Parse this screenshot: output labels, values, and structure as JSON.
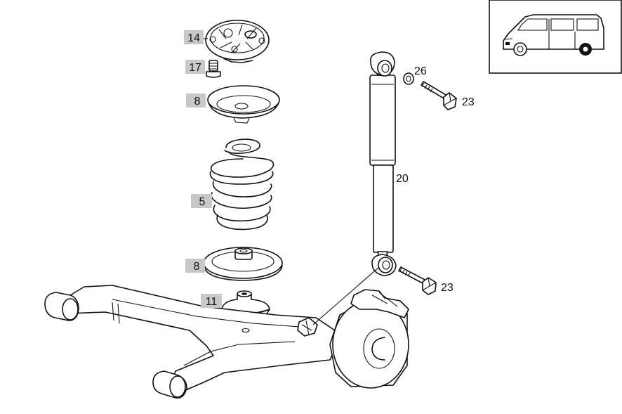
{
  "diagram": {
    "callouts": [
      {
        "id": "c14",
        "text": "14",
        "highlighted": true
      },
      {
        "id": "c17",
        "text": "17",
        "highlighted": true
      },
      {
        "id": "c8a",
        "text": "8",
        "highlighted": true
      },
      {
        "id": "c5",
        "text": "5",
        "highlighted": true
      },
      {
        "id": "c8b",
        "text": "8",
        "highlighted": true
      },
      {
        "id": "c11",
        "text": "11",
        "highlighted": true
      },
      {
        "id": "c26",
        "text": "26",
        "highlighted": false
      },
      {
        "id": "c23a",
        "text": "23",
        "highlighted": false
      },
      {
        "id": "c20",
        "text": "20",
        "highlighted": false
      },
      {
        "id": "c23b",
        "text": "23",
        "highlighted": false
      }
    ],
    "colors": {
      "line": "#111111",
      "highlight": "#c8c8c8",
      "background": "#ffffff"
    },
    "inset": {
      "icon": "van-side-view-icon",
      "rear_wheel_highlighted": true
    }
  }
}
